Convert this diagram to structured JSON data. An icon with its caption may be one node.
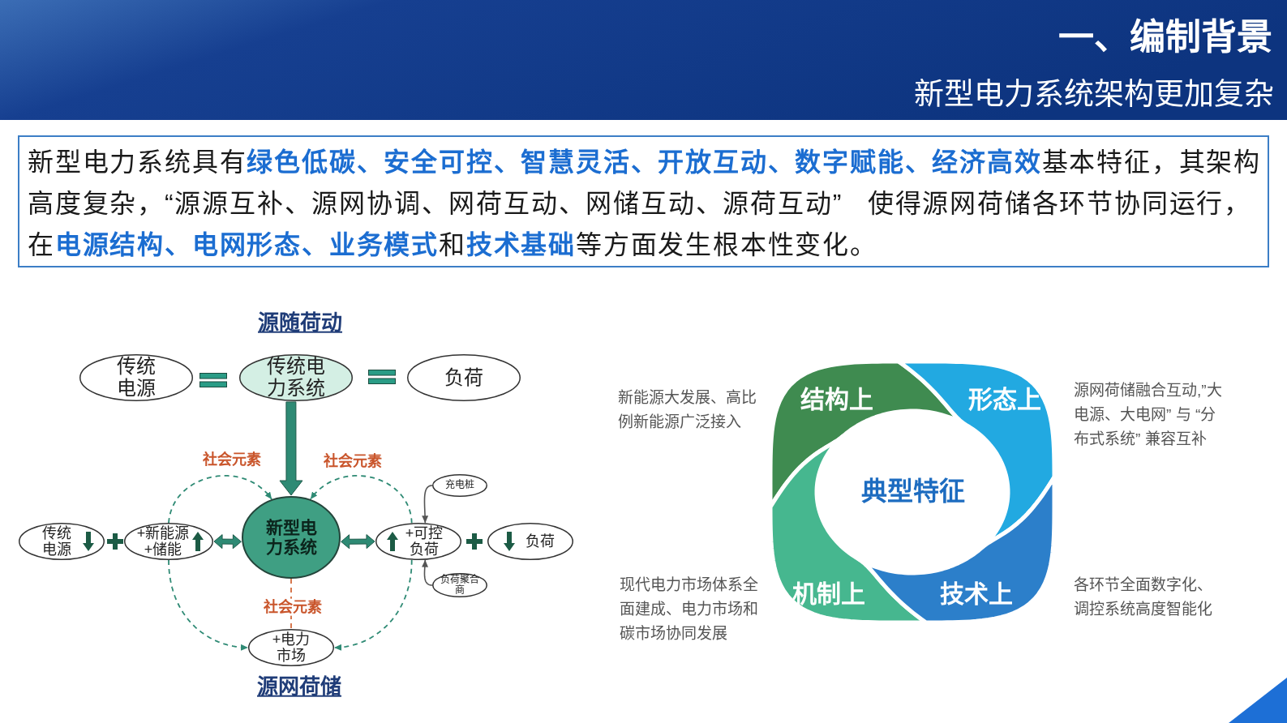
{
  "diagram": {
    "title": "一、编制背景",
    "nodes": [
      {
        "text": [
          "新型电力系统具有**绿色低碳、安全可控、智慧灵活、开放互动、数字赋能、经济高效**基本特征，其架构高度复杂，“源源互补、源网协调、网荷互动、网储互动、源荷互动” 使得源网荷储各环节协同运行，在**电源结构、电网形态、业务模式**和**技术基础**等方面发生根本性变化。"
        ]
      },
      {
        "text": [
          "传统电源"
        ]
      },
      {
        "text": [
          "传统电力系统"
        ]
      },
      {
        "text": [
          "负荷"
        ]
      },
      {
        "text": [
          "传统电源"
        ]
      },
      {
        "text": [
          "+新能源+储能"
        ]
      },
      {
        "text": [
          "新型电力系统"
        ]
      },
      {
        "text": [
          "+可控负荷"
        ]
      },
      {
        "text": [
          "负荷"
        ]
      },
      {
        "text": [
          "充电桩"
        ]
      },
      {
        "text": [
          "负荷聚合商"
        ]
      },
      {
        "text": [
          "+电力市场"
        ]
      },
      {
        "text": [
          "结构上"
        ],
        "beside": [
          "新能源大发展、高比例新能源广泛接入"
        ]
      },
      {
        "text": [
          "形态上"
        ],
        "beside": [
          "源网荷储融合互动,”大电源、大电网” 与 “分布式系统” 兼容互补"
        ]
      },
      {
        "text": [
          "机制上"
        ],
        "beside": [
          "现代电力市场体系全面建成、电力市场和碳市场协同发展"
        ]
      },
      {
        "text": [
          "技术上"
        ],
        "beside": [
          "各环节全面数字化、调控系统高度智能化"
        ]
      }
    ],
    "edges": [
      {
        "from": 2,
        "to": 6,
        "arrow": "to",
        "style": "thick"
      },
      {
        "from": 5,
        "to": 6,
        "arrow": "both",
        "style": "thick"
      },
      {
        "from": 6,
        "to": 7,
        "arrow": "both",
        "style": "thick"
      },
      {
        "from": 5,
        "to": 6,
        "arrow": "to",
        "style": "dashed",
        "label": "社会元素"
      },
      {
        "from": 7,
        "to": 6,
        "arrow": "to",
        "style": "dashed",
        "label": "社会元素"
      },
      {
        "from": 9,
        "to": 7,
        "arrow": "to",
        "color": "#555555"
      },
      {
        "from": 10,
        "to": 7,
        "arrow": "to",
        "color": "#555555"
      },
      {
        "from": 5,
        "to": 11,
        "arrow": "to",
        "style": "dashed"
      },
      {
        "from": 7,
        "to": 11,
        "arrow": "to",
        "style": "dashed"
      },
      {
        "from": 6,
        "to": 11,
        "arrow": "none",
        "style": "dashed",
        "color": "#d2693c",
        "label": "社会元素"
      }
    ],
    "labels": [
      "新型电力系统架构更加复杂",
      "源随荷动",
      "源网荷储",
      "典型特征"
    ]
  }
}
